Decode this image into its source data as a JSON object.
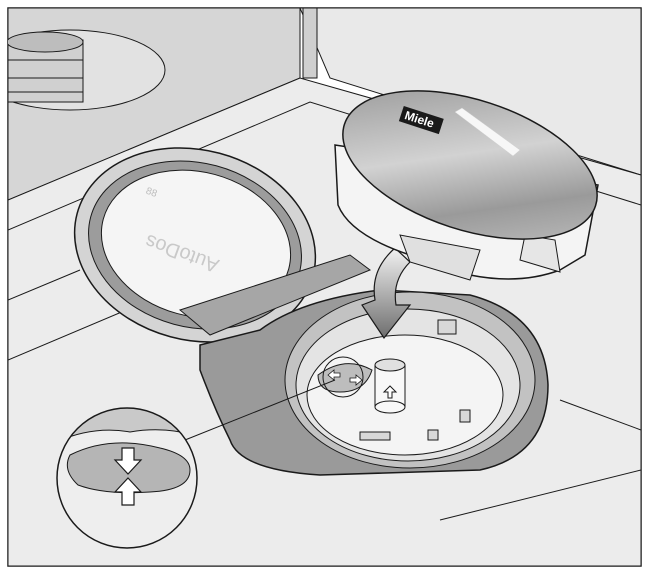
{
  "illustration": {
    "brand_text": "Miele",
    "lid_marking": "AutoDos",
    "lid_marking_small": "88"
  },
  "colors": {
    "background": "#ffffff",
    "surface": "#e6e6e6",
    "surface_dark": "#c8c8c8",
    "outline": "#1a1a1a",
    "cartridge_top": "#a8a8a8",
    "brand_badge": "#1a1a1a"
  },
  "icons": [
    "arrow-down-icon",
    "arrow-up-icon",
    "arrow-left-icon",
    "arrow-right-icon",
    "curved-arrow-icon"
  ]
}
